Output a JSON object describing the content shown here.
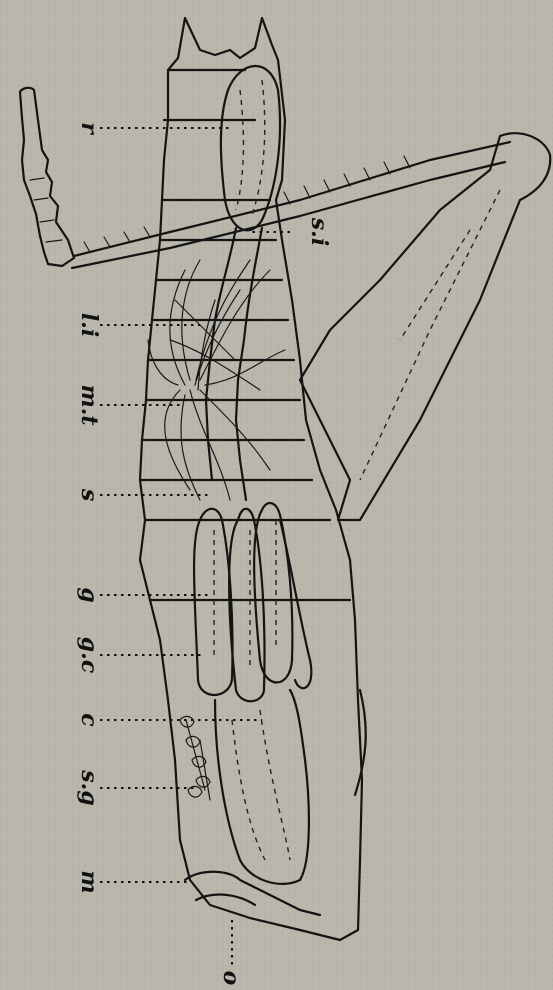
{
  "figure": {
    "labels": [
      {
        "id": "r",
        "text": "r"
      },
      {
        "id": "si",
        "text": "s.i"
      },
      {
        "id": "li",
        "text": "l.i"
      },
      {
        "id": "mt",
        "text": "m.t"
      },
      {
        "id": "s",
        "text": "s"
      },
      {
        "id": "g",
        "text": "g"
      },
      {
        "id": "gc",
        "text": "g.c"
      },
      {
        "id": "c",
        "text": "c"
      },
      {
        "id": "sg",
        "text": "s.g"
      },
      {
        "id": "m",
        "text": "m"
      },
      {
        "id": "o",
        "text": "o"
      }
    ],
    "colors": {
      "paper": "#b9b6ab",
      "ink": "#141414"
    }
  }
}
